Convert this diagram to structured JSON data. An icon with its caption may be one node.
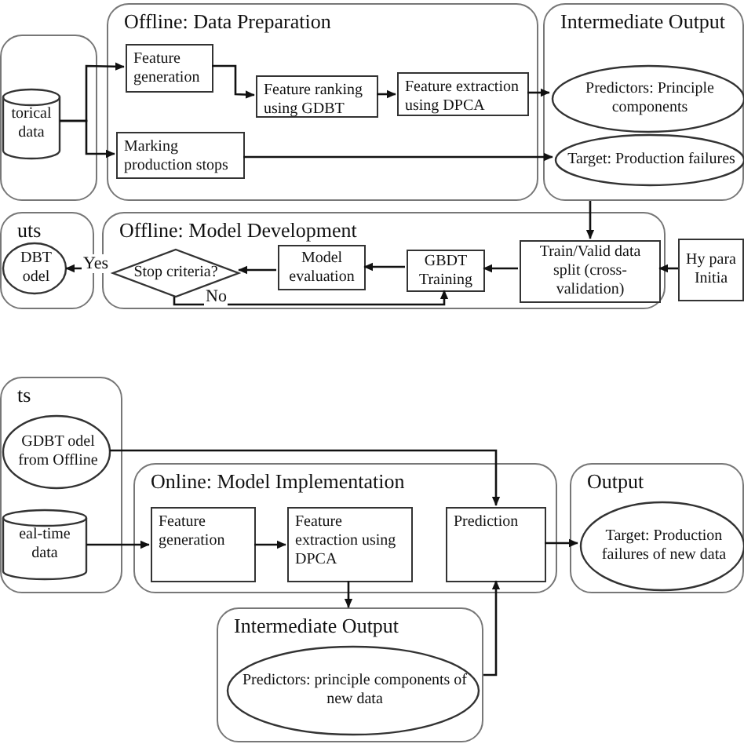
{
  "diagram": {
    "nodes": [
      {
        "text": [],
        "shape": "box"
      },
      {
        "text": [
          "torical data"
        ],
        "in": 0
      },
      {
        "text": [
          "Offline: Data Preparation"
        ]
      },
      {
        "text": [
          "Feature generation"
        ],
        "in": 2
      },
      {
        "text": [
          "Marking production stops"
        ],
        "in": 2
      },
      {
        "text": [
          "Feature ranking using GDBT"
        ],
        "in": 2
      },
      {
        "text": [
          "Feature extraction using DPCA"
        ],
        "in": 2
      },
      {
        "text": [
          "Intermediate Output"
        ]
      },
      {
        "text": [
          "Predictors: Principle components"
        ],
        "in": 7
      },
      {
        "text": [
          "Target: Production failures"
        ],
        "in": 7
      },
      {
        "text": [
          "uts"
        ]
      },
      {
        "text": [
          "DBT odel"
        ],
        "in": 10
      },
      {
        "text": [
          "Offline: Model Development"
        ]
      },
      {
        "text": [
          "Stop criteria?"
        ],
        "in": 12
      },
      {
        "text": [
          "Model evaluation"
        ],
        "in": 12
      },
      {
        "text": [
          "GBDT Training"
        ],
        "in": 12
      },
      {
        "text": [
          "Train/Valid data split (cross-validation)"
        ],
        "in": 12
      },
      {
        "text": [
          "Hy para Initia"
        ]
      },
      {
        "text": [
          "ts"
        ]
      },
      {
        "text": [
          "GDBT odel from Offline"
        ],
        "in": 18
      },
      {
        "text": [
          "eal-time data"
        ],
        "in": 18
      },
      {
        "text": [
          "Online: Model Implementation"
        ]
      },
      {
        "text": [
          "Feature generation"
        ],
        "in": 21
      },
      {
        "text": [
          "Feature extraction using DPCA"
        ],
        "in": 21
      },
      {
        "text": [
          "Prediction"
        ],
        "in": 21
      },
      {
        "text": [
          "Output"
        ]
      },
      {
        "text": [
          "Target: Production failures of new data"
        ],
        "in": 25
      },
      {
        "text": [
          "Intermediate Output"
        ]
      },
      {
        "text": [
          "Predictors: principle components of new data"
        ],
        "in": 27
      }
    ],
    "edges": [
      {
        "from": 1,
        "to": 3,
        "arrow": "to"
      },
      {
        "from": 1,
        "to": 4,
        "arrow": "to"
      },
      {
        "from": 3,
        "to": 5,
        "arrow": "to"
      },
      {
        "from": 5,
        "to": 6,
        "arrow": "to"
      },
      {
        "from": 6,
        "to": 8,
        "arrow": "to"
      },
      {
        "from": 4,
        "to": 9,
        "arrow": "to"
      },
      {
        "from": 7,
        "to": 16,
        "arrow": "to"
      },
      {
        "from": 17,
        "to": 16,
        "arrow": "to"
      },
      {
        "from": 16,
        "to": 15,
        "arrow": "to"
      },
      {
        "from": 15,
        "to": 14,
        "arrow": "to"
      },
      {
        "from": 14,
        "to": 13,
        "arrow": "to"
      },
      {
        "from": 13,
        "to": 11,
        "arrow": "to",
        "label": "Yes"
      },
      {
        "from": 13,
        "to": 15,
        "arrow": "to",
        "label": "No"
      },
      {
        "from": 19,
        "to": 24,
        "arrow": "to"
      },
      {
        "from": 20,
        "to": 22,
        "arrow": "to"
      },
      {
        "from": 22,
        "to": 23,
        "arrow": "to"
      },
      {
        "from": 23,
        "to": 27,
        "arrow": "to"
      },
      {
        "from": 27,
        "to": 24,
        "arrow": "to"
      },
      {
        "from": 24,
        "to": 26,
        "arrow": "to"
      }
    ]
  }
}
